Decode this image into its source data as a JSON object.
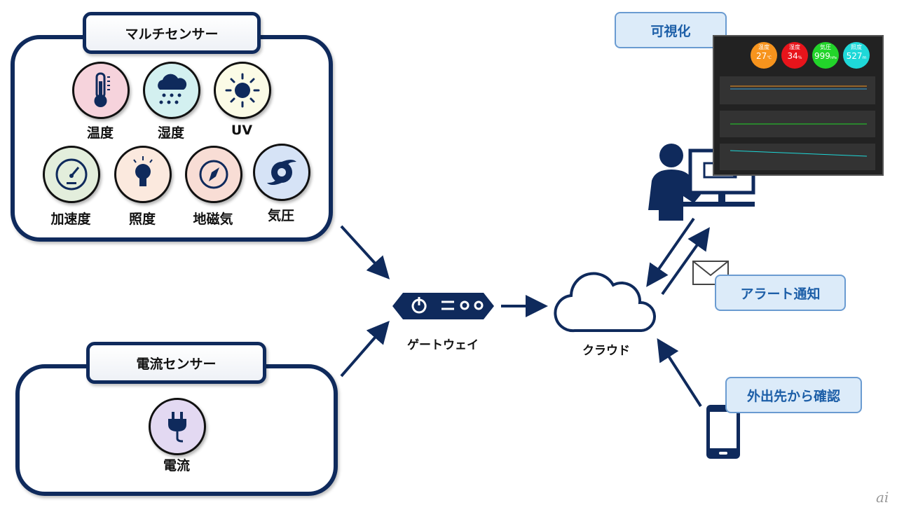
{
  "multi_sensor": {
    "title": "マルチセンサー",
    "items": [
      {
        "label": "温度",
        "icon": "thermometer-icon",
        "bg": "#f6d3dc"
      },
      {
        "label": "湿度",
        "icon": "rain-cloud-icon",
        "bg": "#d3f0f0"
      },
      {
        "label": "UV",
        "icon": "sun-icon",
        "bg": "#fbfbe6"
      },
      {
        "label": "加速度",
        "icon": "speedometer-icon",
        "bg": "#e3eedc"
      },
      {
        "label": "照度",
        "icon": "light-bulb-icon",
        "bg": "#fbe9de"
      },
      {
        "label": "地磁気",
        "icon": "compass-icon",
        "bg": "#f8ddd5"
      },
      {
        "label": "気圧",
        "icon": "typhoon-icon",
        "bg": "#d6e3f6"
      }
    ]
  },
  "current_sensor": {
    "title": "電流センサー",
    "items": [
      {
        "label": "電流",
        "icon": "plug-icon",
        "bg": "#e3d9f2"
      }
    ]
  },
  "gateway": {
    "label": "ゲートウェイ"
  },
  "cloud": {
    "label": "クラウド"
  },
  "visualization": {
    "label": "可視化"
  },
  "dashboard": {
    "gauges": [
      {
        "name": "温度",
        "value": "27",
        "unit": "℃",
        "color": "#f7941d"
      },
      {
        "name": "湿度",
        "value": "34",
        "unit": "%",
        "color": "#e8141b"
      },
      {
        "name": "気圧",
        "value": "999",
        "unit": "hPa",
        "color": "#22d42a"
      },
      {
        "name": "照度",
        "value": "527",
        "unit": "m",
        "color": "#1ed8d8"
      }
    ]
  },
  "alert": {
    "label": "アラート通知"
  },
  "remote": {
    "label": "外出先から確認"
  },
  "watermark": "ai",
  "colors": {
    "navy": "#0f2a5c",
    "blue_text": "#1d5fa8",
    "blue_box": "#dcebf9"
  }
}
